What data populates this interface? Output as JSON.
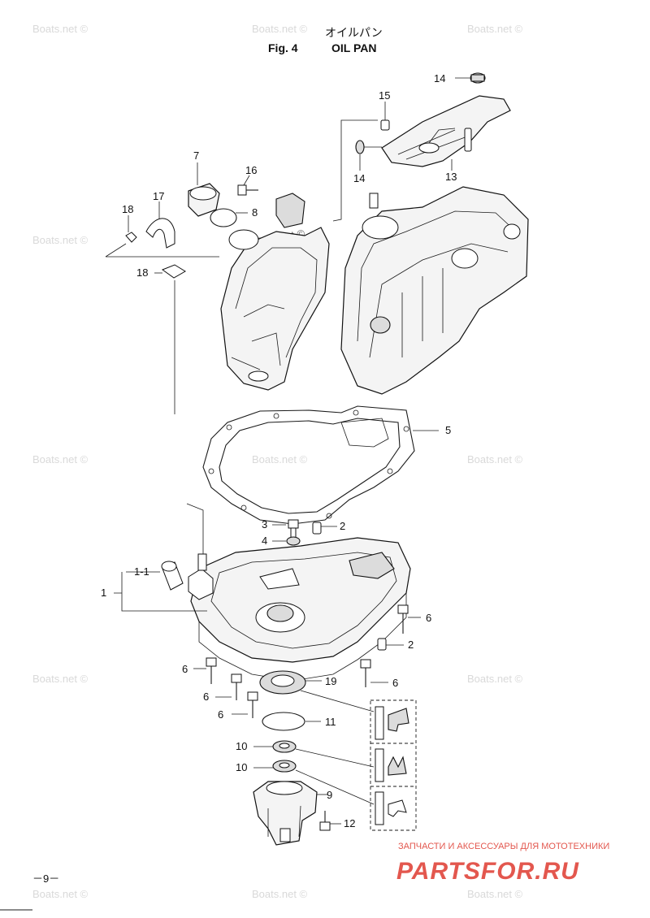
{
  "header": {
    "title_jp": "オイルパン",
    "fig_label": "Fig. 4",
    "fig_title": "OIL PAN"
  },
  "callouts": [
    "14",
    "15",
    "14",
    "13",
    "7",
    "16",
    "8",
    "17",
    "18",
    "18",
    "5",
    "3",
    "2",
    "4",
    "1-1",
    "1",
    "6",
    "2",
    "6",
    "19",
    "6",
    "6",
    "6",
    "11",
    "10",
    "10",
    "9",
    "12"
  ],
  "watermark": "Boats.net ©",
  "page_number": "－9－",
  "brand": {
    "subtitle": "ЗАПЧАСТИ И АКСЕССУАРЫ ДЛЯ МОТОТЕХНИКИ",
    "name": "PARTSFOR.RU"
  },
  "colors": {
    "brand": "#e3574e",
    "watermark": "#d9d9d9"
  }
}
